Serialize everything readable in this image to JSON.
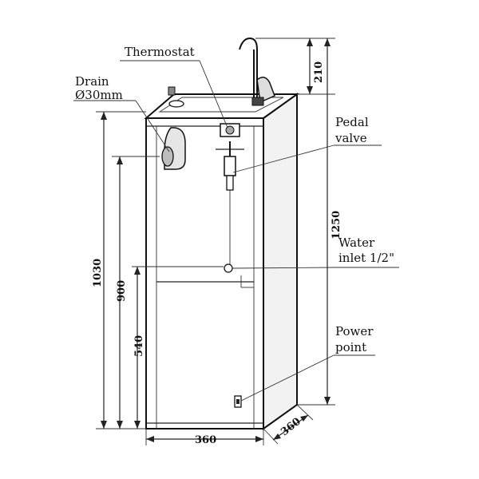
{
  "labels": {
    "thermostat": "Thermostat",
    "drain": "Drain",
    "drain_size": "Ø30mm",
    "pedal_valve_line1": "Pedal",
    "pedal_valve_line2": "valve",
    "water_inlet_line1": "Water",
    "water_inlet_line2": "inlet 1/2\"",
    "power_point_line1": "Power",
    "power_point_line2": "point"
  },
  "dimensions": {
    "faucet_height": "210",
    "total_height": "1250",
    "drain_height": "1030",
    "valve_height": "900",
    "inlet_height": "540",
    "width": "360",
    "depth": "360"
  }
}
